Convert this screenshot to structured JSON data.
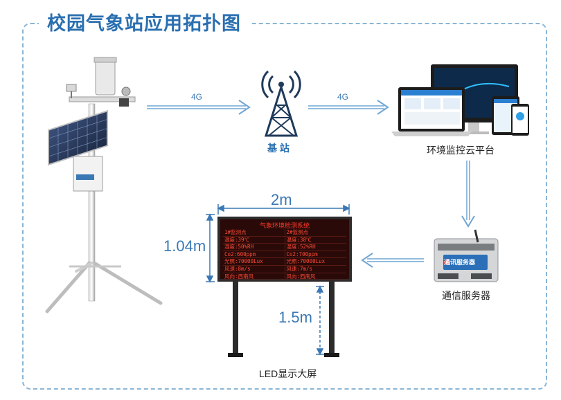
{
  "title": "校园气象站应用拓扑图",
  "arrows": {
    "left_label": "4G",
    "right_label": "4G"
  },
  "nodes": {
    "base_station": "基  站",
    "cloud": "环境监控云平台",
    "server": "通信服务器",
    "led": "LED显示大屏"
  },
  "server_device_label": "通讯服务器",
  "dimensions": {
    "width": "2m",
    "height": "1.04m",
    "pole": "1.5m"
  },
  "led_screen": {
    "title": "气象环境检测系统",
    "rows": [
      [
        "1#监测点",
        "2#监测点"
      ],
      [
        "温度:39℃",
        "温度:38℃"
      ],
      [
        "湿度:50%RH",
        "湿度:52%RH"
      ],
      [
        "Co2:600ppm",
        "Co2:700ppm"
      ],
      [
        "光照:70000Lux",
        "光照:70000Lux"
      ],
      [
        "风速:8m/s",
        "风速:7m/s"
      ],
      [
        "风向:西南风",
        "风向:西南风"
      ]
    ]
  },
  "colors": {
    "accent": "#2a6fb0",
    "frame": "#8ab6d6",
    "led_text": "#ff3a2a"
  }
}
